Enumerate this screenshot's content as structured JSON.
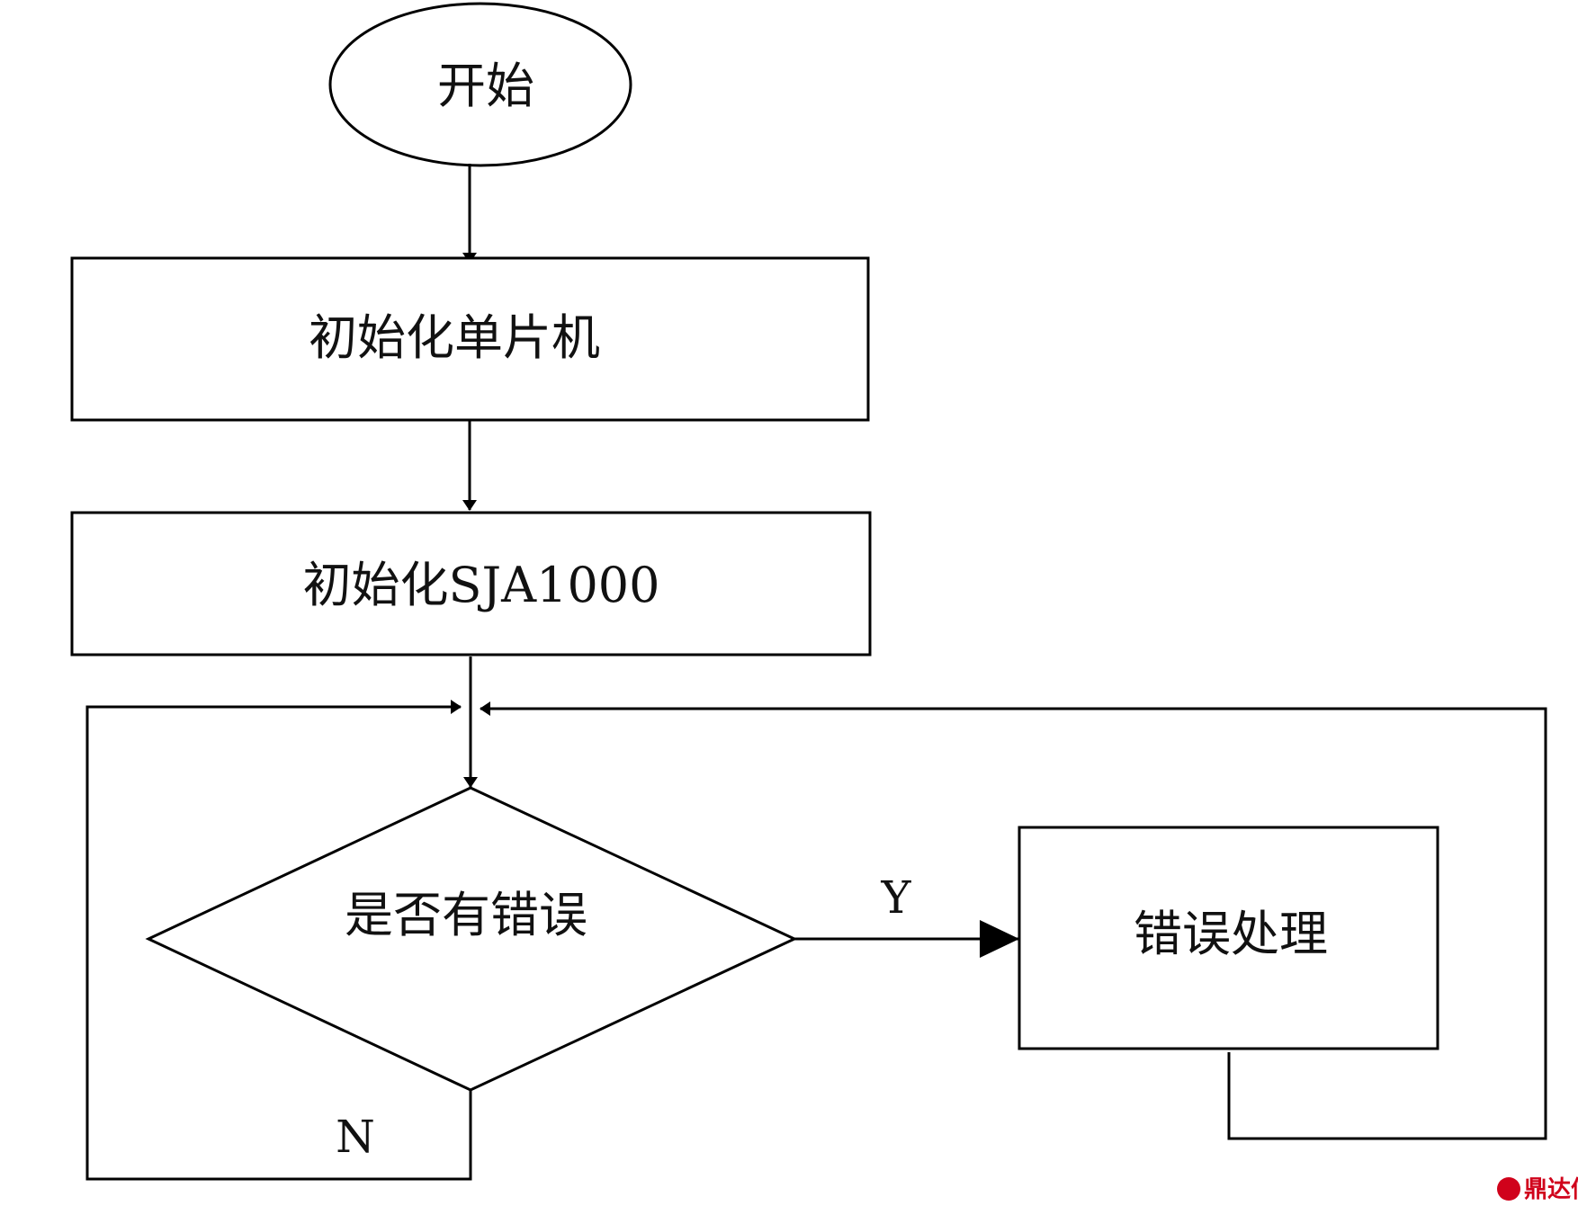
{
  "nodes": {
    "start": "开始",
    "init_mcu": "初始化单片机",
    "init_sja": "初始化SJA1000",
    "decision": "是否有错误",
    "error_handling": "错误处理"
  },
  "edges": {
    "yes_label": "Y",
    "no_label": "N"
  },
  "watermark": {
    "text": "鼎达信",
    "color": "#d0021b"
  }
}
